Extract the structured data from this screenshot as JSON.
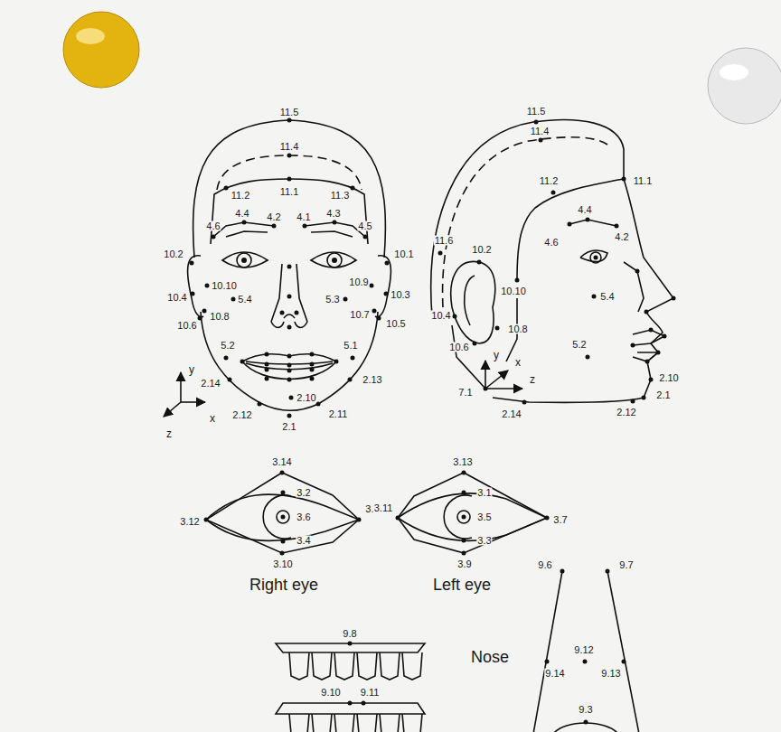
{
  "diagram": {
    "labels": [
      "11.5",
      "11.4",
      "11.2",
      "11.1",
      "11.3",
      "4.4",
      "4.2",
      "4.1",
      "4.3",
      "4.6",
      "4.5",
      "10.2",
      "10.1",
      "10.10",
      "10.9",
      "10.4",
      "10.3",
      "5.4",
      "5.3",
      "10.8",
      "10.7",
      "10.6",
      "10.5",
      "5.2",
      "5.1",
      "2.14",
      "2.13",
      "2.10",
      "2.12",
      "2.11",
      "2.1",
      "y",
      "x",
      "z",
      "11.5",
      "11.4",
      "11.2",
      "11.1",
      "4.4",
      "4.6",
      "4.2",
      "11.6",
      "10.2",
      "10.10",
      "5.4",
      "10.4",
      "10.8",
      "5.2",
      "10.6",
      "y",
      "x",
      "z",
      "7.1",
      "2.10",
      "2.1",
      "2.14",
      "2.12",
      "3.14",
      "3.2",
      "3.6",
      "3.4",
      "3.12",
      "3.8",
      "3.10",
      "3.13",
      "3.1",
      "3.5",
      "3.3",
      "3.11",
      "3.7",
      "3.9",
      "Right eye",
      "Left eye",
      "9.8",
      "9.10",
      "9.11",
      "Nose",
      "9.6",
      "9.7",
      "9.12",
      "9.14",
      "9.13",
      "9.3"
    ]
  }
}
